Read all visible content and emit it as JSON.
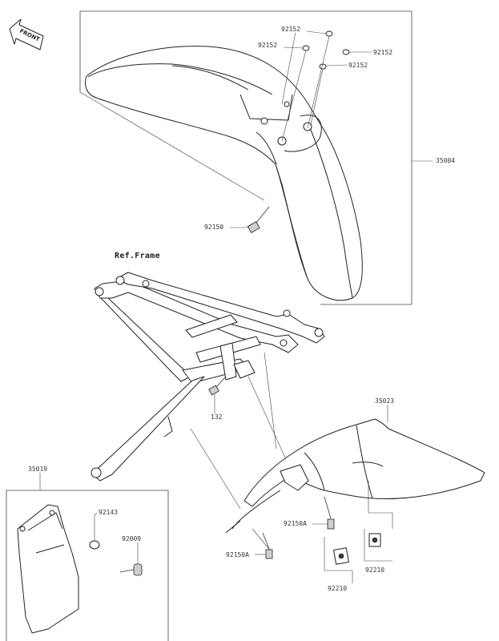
{
  "reference": {
    "frame_label": "Ref.Frame",
    "front_label": "FRONT"
  },
  "parts": {
    "p92152_a": "92152",
    "p92152_b": "92152",
    "p92152_c": "92152",
    "p92152_d": "92152",
    "p35004": "35004",
    "p92150": "92150",
    "p132": "132",
    "p35023": "35023",
    "p35019": "35019",
    "p92143": "92143",
    "p92009": "92009",
    "p92150A_a": "92150A",
    "p92150A_b": "92150A",
    "p92210_a": "92210",
    "p92210_b": "92210"
  }
}
